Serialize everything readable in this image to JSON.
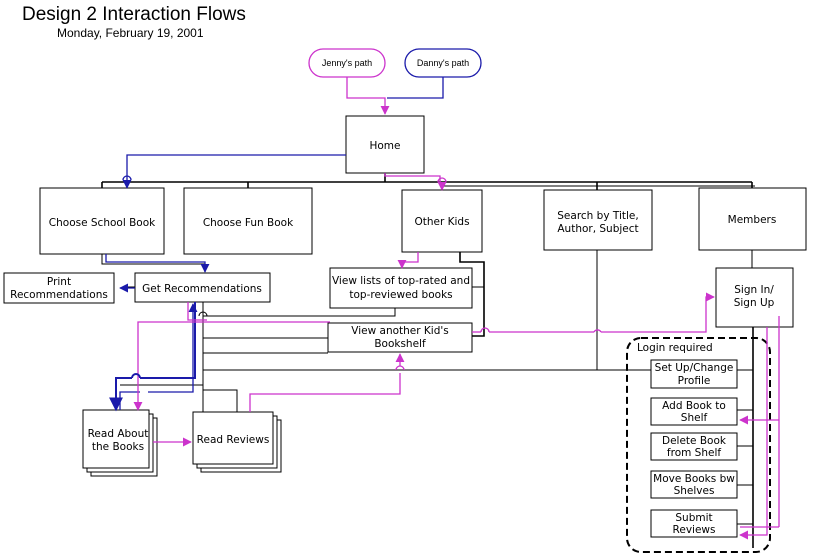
{
  "header": {
    "title": "Design 2 Interaction Flows",
    "date": "Monday, February 19, 2001"
  },
  "legend": {
    "jenny": "Jenny's path",
    "danny": "Danny's path"
  },
  "colors": {
    "jenny_path": "#cc33cc",
    "danny_path": "#1a1aaa",
    "line": "#000000"
  },
  "nodes": {
    "home": [
      "Home"
    ],
    "choose_school": [
      "Choose School Book"
    ],
    "choose_fun": [
      "Choose Fun Book"
    ],
    "other_kids": [
      "Other Kids"
    ],
    "search": [
      "Search by Title,",
      "Author, Subject"
    ],
    "members": [
      "Members"
    ],
    "print_rec": [
      "Print",
      "Recommendations"
    ],
    "get_rec": [
      "Get Recommendations"
    ],
    "view_lists": [
      "View lists of top-rated and",
      "top-reviewed books"
    ],
    "view_shelf": [
      "View another Kid's",
      "Bookshelf"
    ],
    "sign_in": [
      "Sign In/",
      "Sign Up"
    ],
    "read_about": [
      "Read About",
      "the Books"
    ],
    "read_reviews": [
      "Read Reviews"
    ],
    "setup_profile": [
      "Set Up/Change",
      "Profile"
    ],
    "add_book": [
      "Add Book to",
      "Shelf"
    ],
    "delete_book": [
      "Delete Book",
      "from Shelf"
    ],
    "move_books": [
      "Move Books bw",
      "Shelves"
    ],
    "submit_reviews": [
      "Submit",
      "Reviews"
    ]
  },
  "group": {
    "login_label": "Login required"
  }
}
